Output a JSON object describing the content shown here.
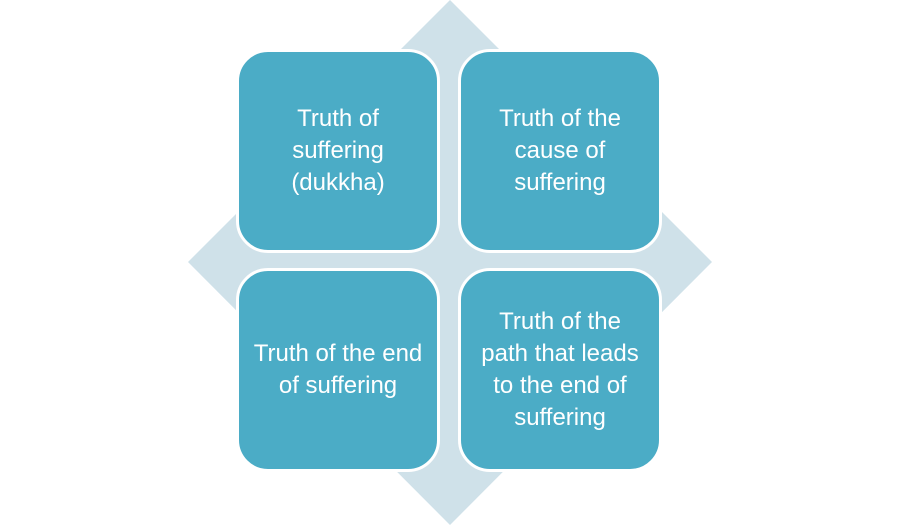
{
  "colors": {
    "box_fill": "#4bacc6",
    "diamond_fill": "#cfe1e9",
    "border": "#ffffff"
  },
  "quadrants": [
    {
      "label": "Truth of suffering (dukkha)"
    },
    {
      "label": "Truth of the cause of suffering"
    },
    {
      "label": "Truth of the end of suffering"
    },
    {
      "label": "Truth of the path that leads to the end of suffering"
    }
  ]
}
